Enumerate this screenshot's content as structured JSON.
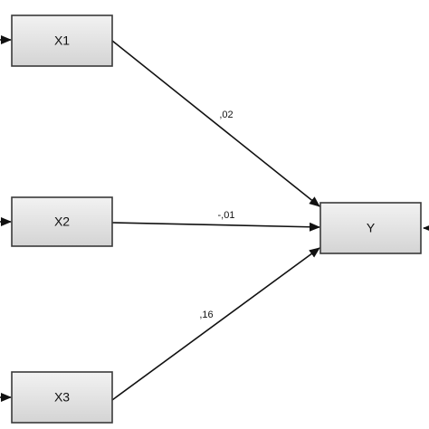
{
  "nodes": {
    "x1": {
      "label": "X1"
    },
    "x2": {
      "label": "X2"
    },
    "x3": {
      "label": "X3"
    },
    "y": {
      "label": "Y"
    }
  },
  "paths": {
    "x1_y": {
      "coefficient": ",02"
    },
    "x2_y": {
      "coefficient": "-,01"
    },
    "x3_y": {
      "coefficient": ",16"
    }
  },
  "colors": {
    "box_fill_top": "#f2f2f2",
    "box_fill_bottom": "#d4d4d4",
    "stroke": "#111111"
  }
}
